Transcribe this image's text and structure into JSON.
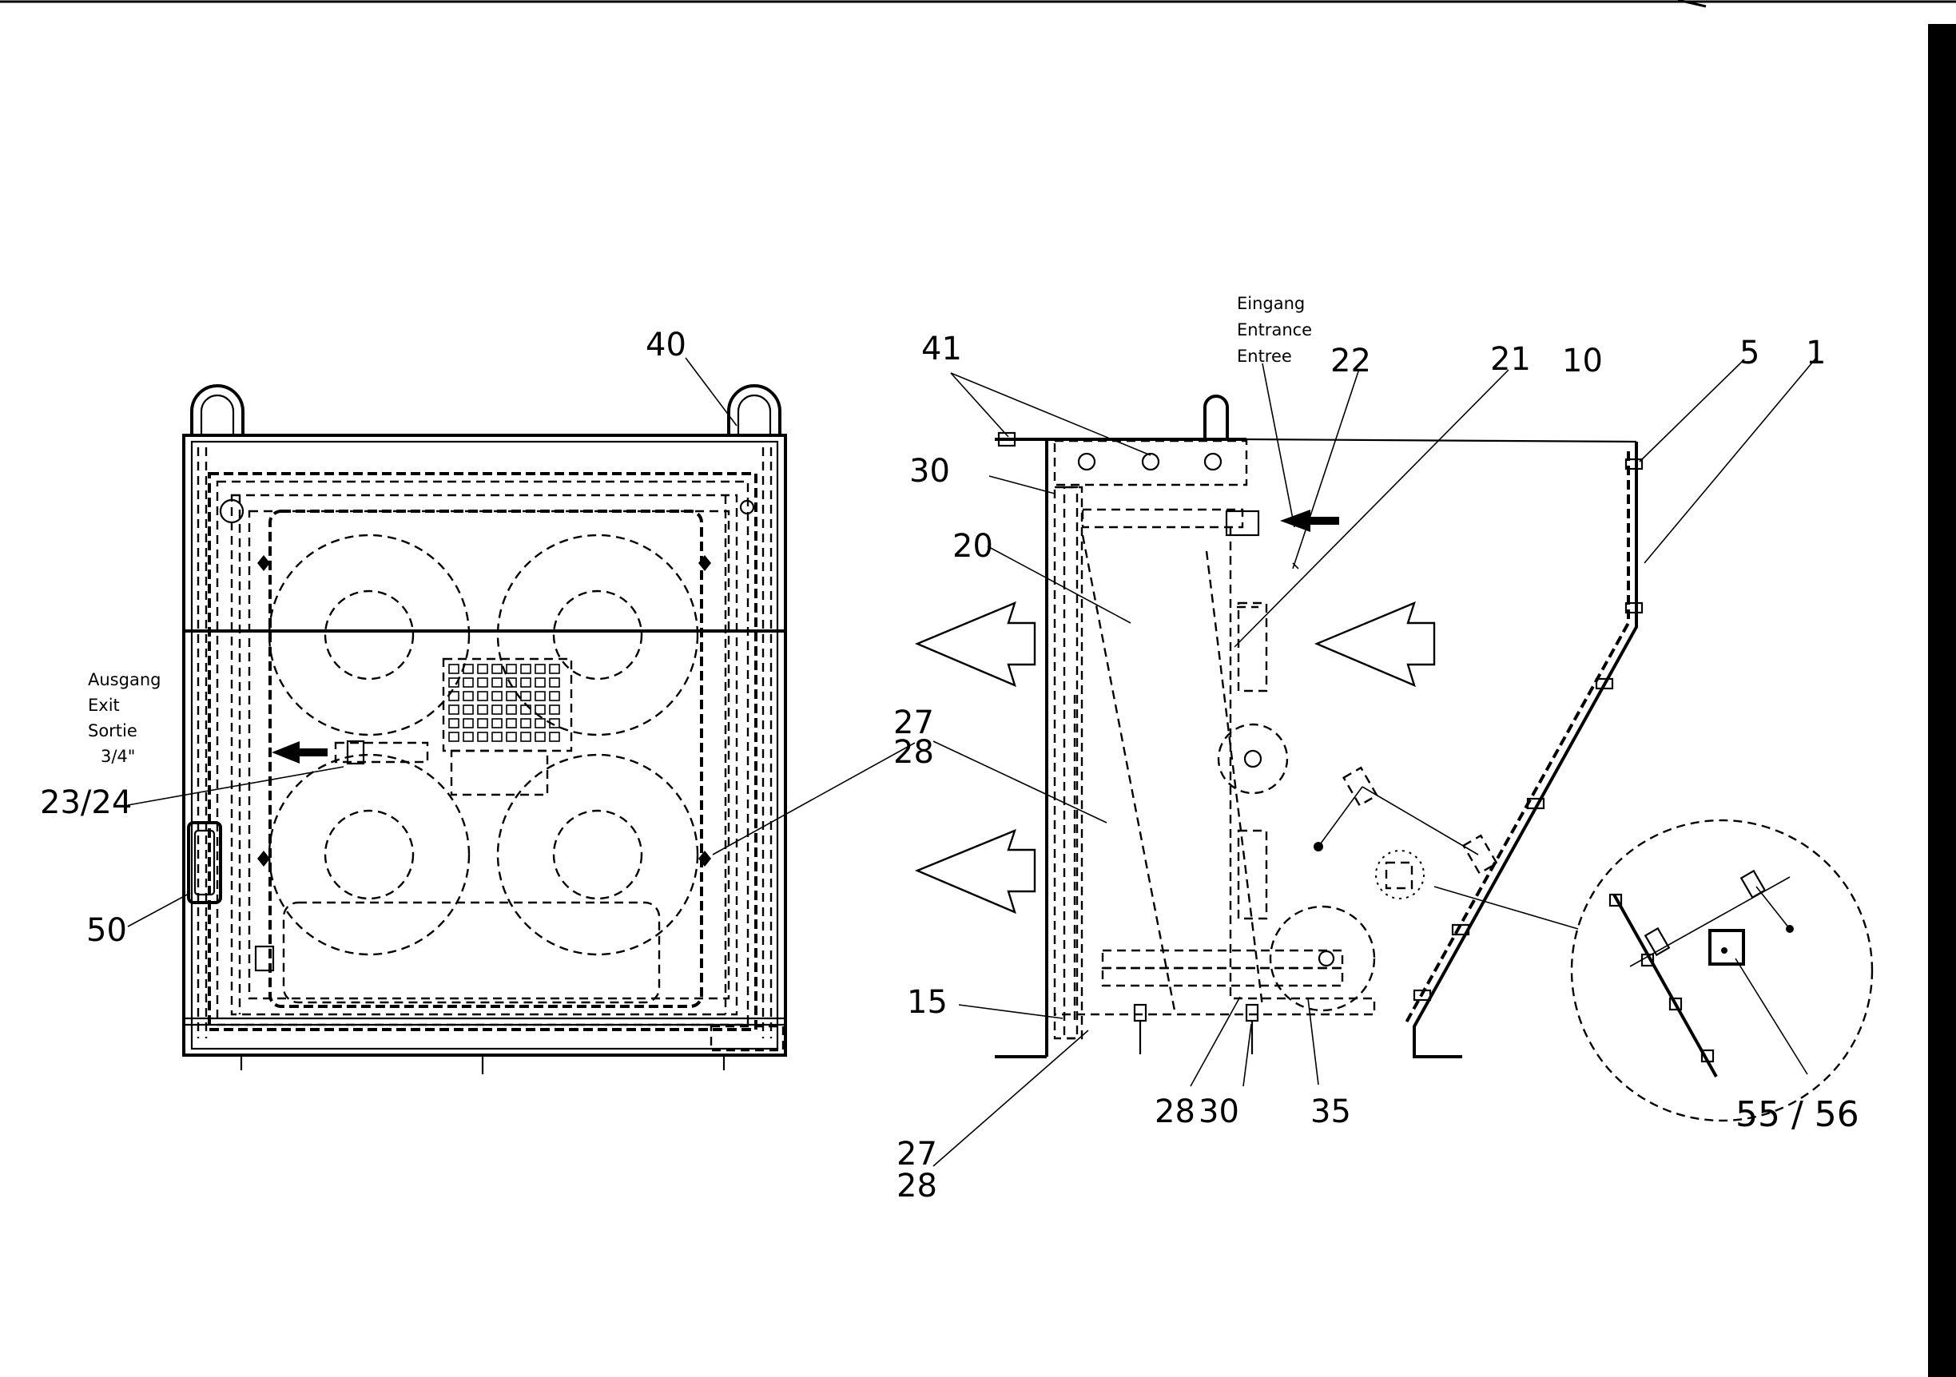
{
  "left_view": {
    "callouts": {
      "c40": "40",
      "c27": "27",
      "c28": "28",
      "c2324": "23/24",
      "c50": "50"
    },
    "outlet_label": [
      "Ausgang",
      "Exit",
      "Sortie",
      "3/4\""
    ]
  },
  "right_view": {
    "callouts": {
      "c41": "41",
      "c22": "22",
      "c21": "21",
      "c10": "10",
      "c5": "5",
      "c1": "1",
      "c30a": "30",
      "c20": "20",
      "c27": "27",
      "c28": "28",
      "c15": "15",
      "c27b": "27",
      "c28b": "28",
      "c28c": "28",
      "c30b": "30",
      "c35": "35",
      "c5556": "55 / 56"
    },
    "inlet_label": [
      "Eingang",
      "Entrance",
      "Entree"
    ]
  }
}
